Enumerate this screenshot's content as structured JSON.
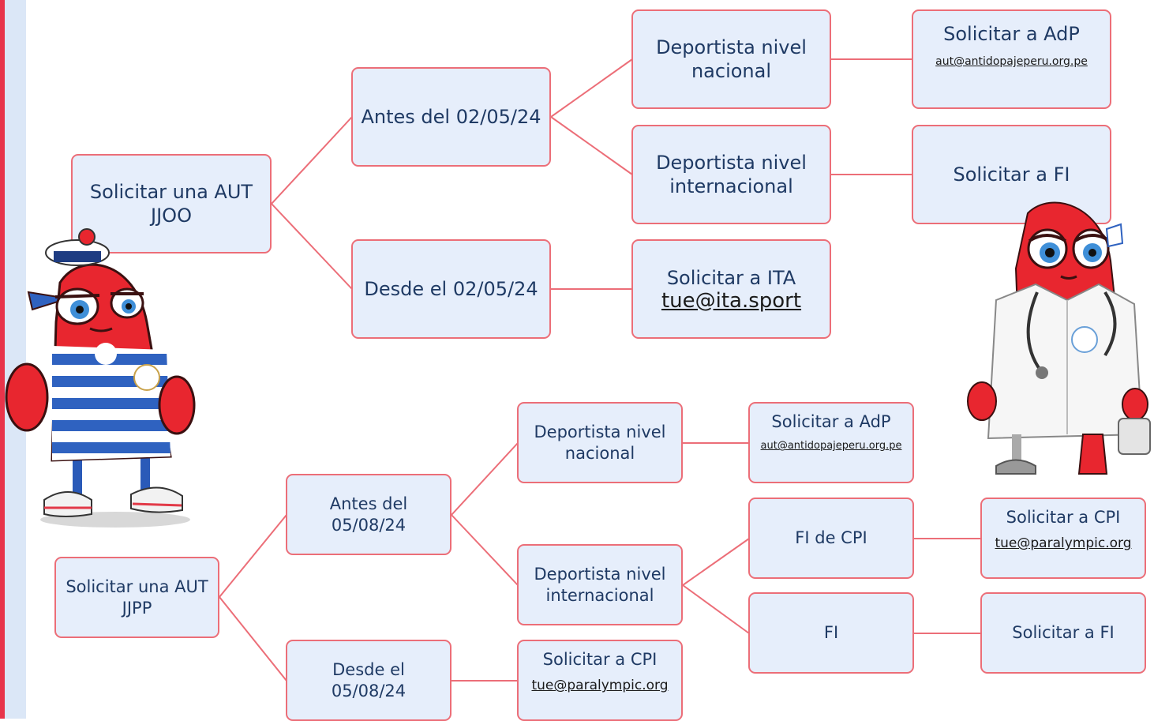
{
  "colors": {
    "node_fill": "#e6eefb",
    "node_border": "#ec6e78",
    "connector": "#ec6e78",
    "text": "#1f3a64",
    "accent_red": "#e8344a"
  },
  "jjoo": {
    "root": "Solicitar una AUT\nJJOO",
    "before": "Antes del 02/05/24",
    "national": "Deportista nivel\nnacional",
    "international": "Deportista nivel\ninternacional",
    "adp": {
      "label": "Solicitar a AdP",
      "email": "aut@antidopajeperu.org.pe"
    },
    "fi": "Solicitar a FI",
    "since": "Desde el 02/05/24",
    "ita": {
      "label": "Solicitar a ITA",
      "email": "tue@ita.sport"
    }
  },
  "jjpp": {
    "root": "Solicitar una AUT\nJJPP",
    "before": "Antes del\n05/08/24",
    "national": "Deportista nivel\nnacional",
    "international": "Deportista nivel\ninternacional",
    "adp": {
      "label": "Solicitar a AdP",
      "email": "aut@antidopajeperu.org.pe"
    },
    "fi_de_cpi": "FI de CPI",
    "fi": "FI",
    "cpi_top": {
      "label": "Solicitar a CPI",
      "email": "tue@paralympic.org"
    },
    "fi_solicit": "Solicitar a FI",
    "since": "Desde el\n05/08/24",
    "cpi_bottom": {
      "label": "Solicitar a CPI",
      "email": "tue@paralympic.org"
    }
  },
  "mascots": {
    "left": "phryge-mascot-sailor",
    "right": "phryge-mascot-doctor"
  }
}
